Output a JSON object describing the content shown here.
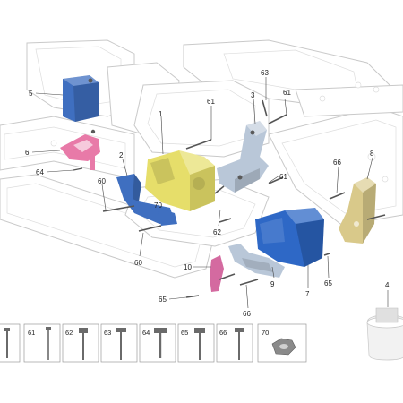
{
  "callouts": {
    "c5": "5",
    "c6": "6",
    "c64a": "64",
    "c2": "2",
    "c60a": "60",
    "c70": "70",
    "c1": "1",
    "c61a": "61",
    "c3": "3",
    "c63": "63",
    "c61b": "61",
    "c61c": "61",
    "c8": "8",
    "c66a": "66",
    "c62": "62",
    "c60b": "60",
    "c10": "10",
    "c65a": "65",
    "c66b": "66",
    "c9": "9",
    "c7": "7",
    "c65b": "65",
    "c4": "4"
  },
  "parts": {
    "cover_5": {
      "color": "#3f6fc0"
    },
    "bracket_6": {
      "color": "#e87aa8"
    },
    "bracket_2": {
      "color": "#3f6fc0"
    },
    "housing_1": {
      "color": "#e6de6a"
    },
    "bracket_3": {
      "color": "#b9c7d8"
    },
    "bracket_8": {
      "color": "#d9c98a"
    },
    "housing_7": {
      "color": "#2e68c6"
    },
    "bracket_10": {
      "color": "#d46aa0"
    },
    "bracket_9": {
      "color": "#b9c7d8"
    },
    "cap_4": {
      "color": "#f2f2f2"
    }
  },
  "legend": [
    {
      "label": ""
    },
    {
      "label": "61"
    },
    {
      "label": "62"
    },
    {
      "label": "63"
    },
    {
      "label": "64"
    },
    {
      "label": "65"
    },
    {
      "label": "66"
    },
    {
      "label": "70"
    }
  ]
}
